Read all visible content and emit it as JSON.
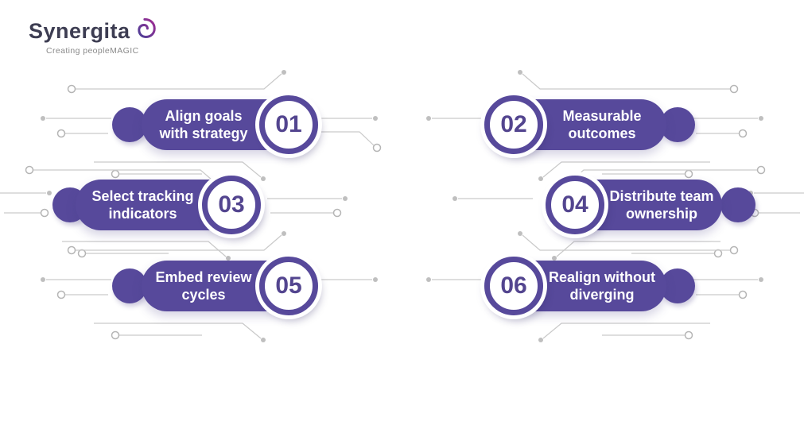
{
  "logo": {
    "brand": "Synergita",
    "tagline": "Creating peopleMAGIC"
  },
  "colors": {
    "pill_purple": "#57499B",
    "number_purple": "#53458F",
    "circuit_line": "#c9c9c9",
    "background": "#ffffff"
  },
  "steps": [
    {
      "number": "01",
      "label": "Align goals\nwith strategy",
      "side": "left"
    },
    {
      "number": "02",
      "label": "Measurable\noutcomes",
      "side": "right"
    },
    {
      "number": "03",
      "label": "Select tracking\nindicators",
      "side": "left"
    },
    {
      "number": "04",
      "label": "Distribute team\nownership",
      "side": "right"
    },
    {
      "number": "05",
      "label": "Embed review\ncycles",
      "side": "left"
    },
    {
      "number": "06",
      "label": "Realign without\ndiverging",
      "side": "right"
    }
  ]
}
